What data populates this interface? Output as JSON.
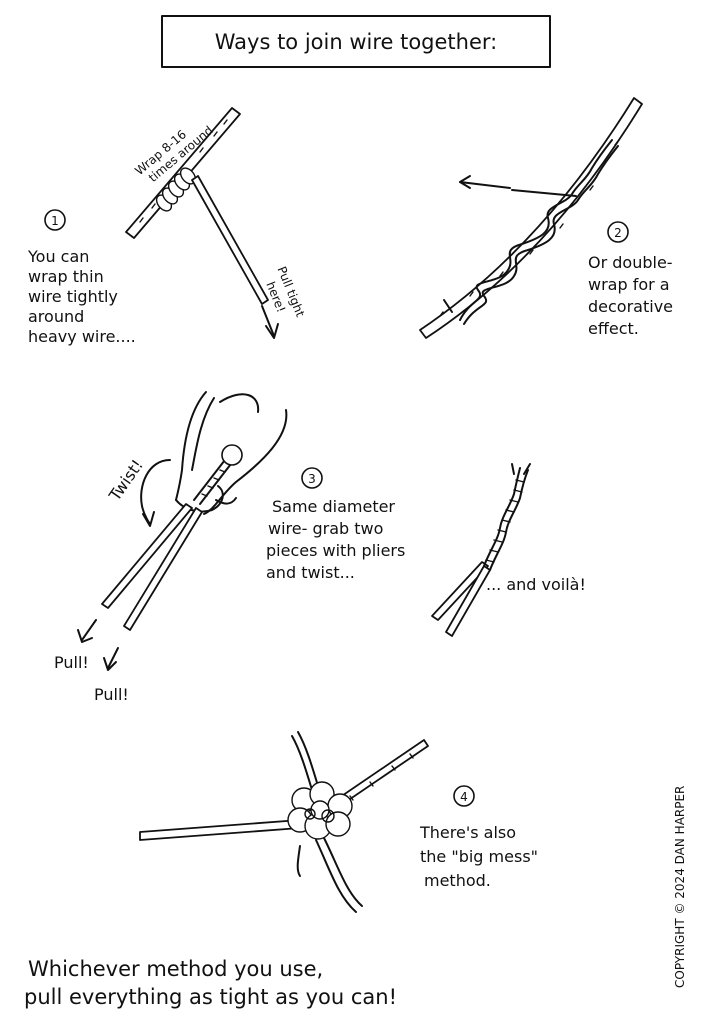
{
  "title": "Ways to join wire together:",
  "steps": [
    {
      "number": "1",
      "label_wrap": [
        "Wrap 8-16",
        "times around"
      ],
      "text": [
        "You can",
        "wrap thin",
        "wire tightly",
        "around",
        "heavy wire...."
      ],
      "pull_label": [
        "Pull tight",
        "here!"
      ]
    },
    {
      "number": "2",
      "text": [
        "Or double-",
        "wrap for a",
        "decorative",
        "effect."
      ]
    },
    {
      "number": "3",
      "twist_label": "Twist!",
      "text": [
        "Same diameter",
        "wire- grab two",
        "pieces with pliers",
        "and twist..."
      ],
      "pull_labels": [
        "Pull!",
        "Pull!"
      ],
      "result_text": "... and voilà!"
    },
    {
      "number": "4",
      "text": [
        "There's also",
        "the \"big mess\"",
        "method."
      ]
    }
  ],
  "footer": [
    "Whichever method you use,",
    "pull everything as tight as you can!"
  ],
  "copyright": "COPYRIGHT © 2024 DAN HARPER"
}
